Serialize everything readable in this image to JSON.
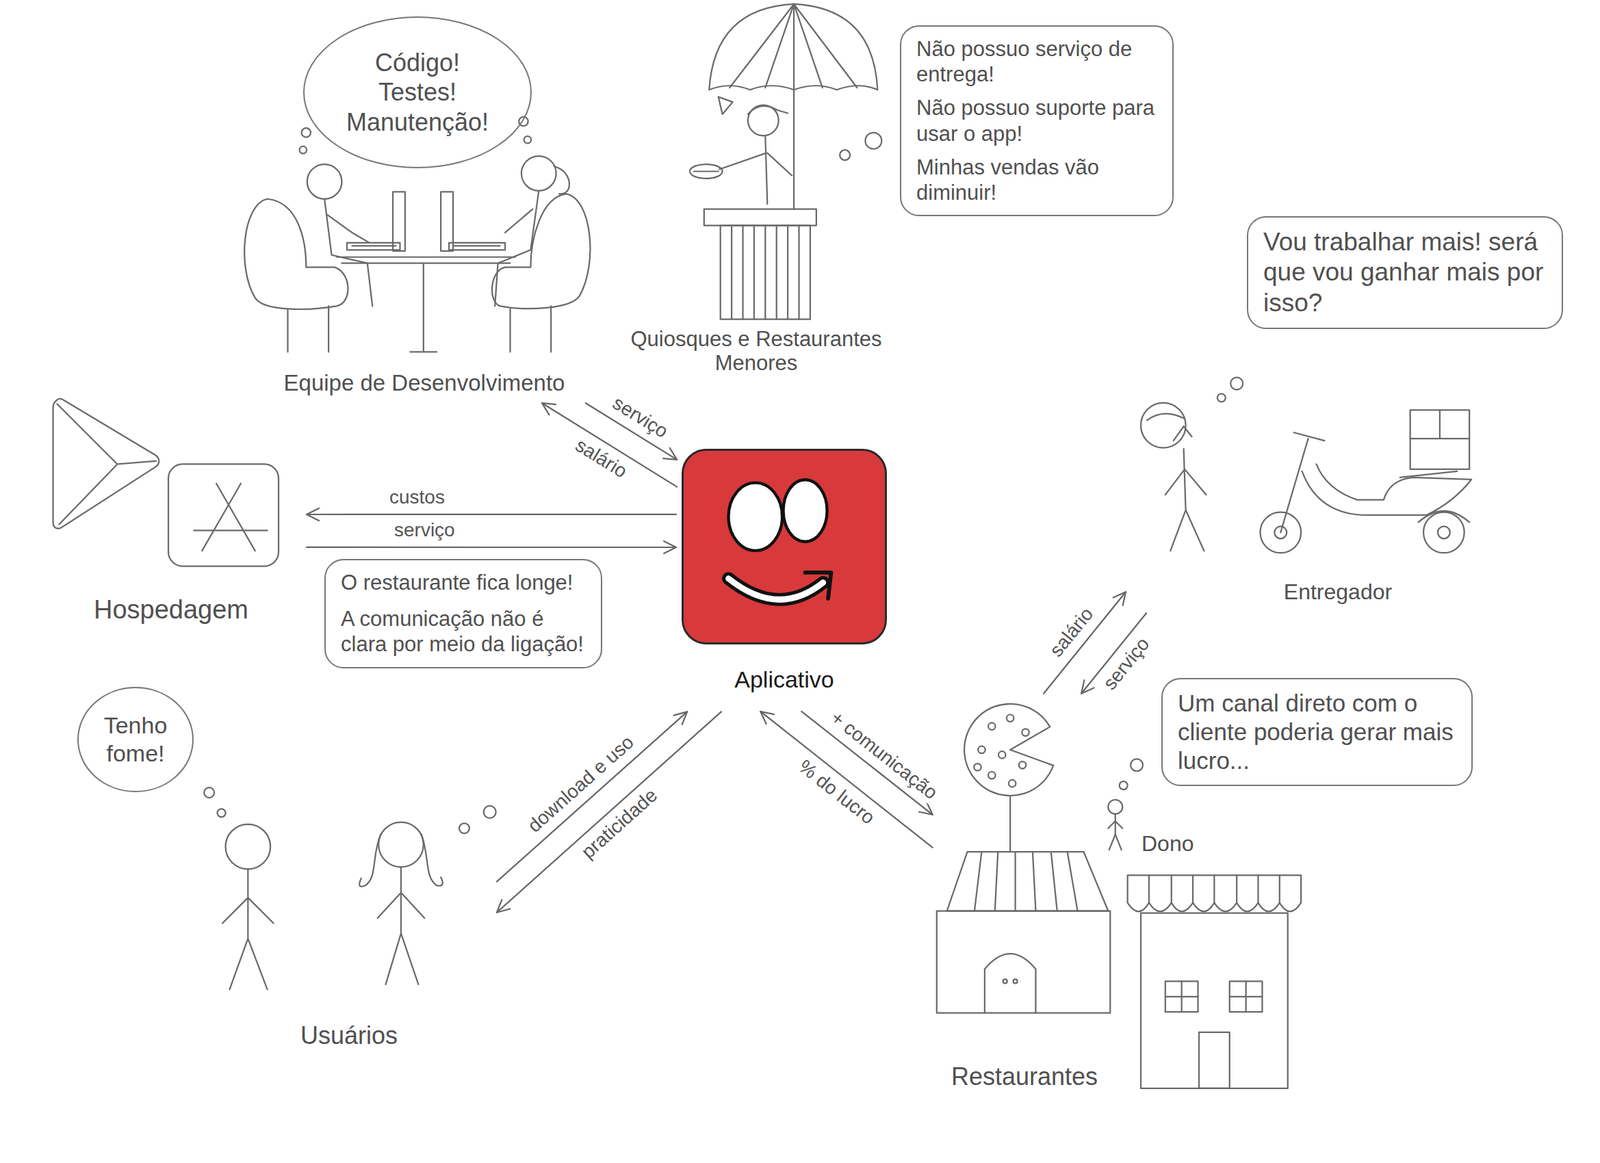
{
  "diagram": {
    "nodes": [
      {
        "text": [
          "Código! Testes! Manutenção!"
        ]
      },
      {
        "text": [
          "Equipe de Desenvolvimento"
        ]
      },
      {
        "text": [
          "Quiosques e Restaurantes Menores"
        ]
      },
      {
        "text": [
          "Não possuo serviço de entrega!",
          "Não possuo suporte para usar o app!",
          "Minhas vendas vão diminuir!"
        ]
      },
      {
        "text": [
          "Vou trabalhar mais! será que vou ganhar mais por isso?"
        ]
      },
      {
        "text": [
          "Hospedagem"
        ]
      },
      {
        "text": [
          "Aplicativo"
        ]
      },
      {
        "text": [
          "Entregador"
        ]
      },
      {
        "text": [
          "O restaurante fica longe!",
          "A comunicação não é clara por meio da ligação!"
        ]
      },
      {
        "text": [
          "Tenho fome!"
        ]
      },
      {
        "text": [
          "Um canal direto com o cliente poderia gerar mais lucro..."
        ]
      },
      {
        "text": [
          "Usuários"
        ]
      },
      {
        "text": [
          "Restaurantes"
        ]
      }
    ],
    "edges": [
      {
        "from": 1,
        "to": 6,
        "label": "serviço",
        "arrow": "to"
      },
      {
        "from": 6,
        "to": 1,
        "label": "salário",
        "arrow": "to"
      },
      {
        "from": 6,
        "to": 5,
        "label": "custos",
        "arrow": "to"
      },
      {
        "from": 5,
        "to": 6,
        "label": "serviço",
        "arrow": "to"
      },
      {
        "from": 12,
        "to": 7,
        "label": "salário",
        "arrow": "to"
      },
      {
        "from": 7,
        "to": 12,
        "label": "serviço",
        "arrow": "to"
      },
      {
        "from": 6,
        "to": 12,
        "label": "+ comunicação",
        "arrow": "to"
      },
      {
        "from": 12,
        "to": 6,
        "label": "% do lucro",
        "arrow": "to"
      },
      {
        "from": 11,
        "to": 6,
        "label": "download e uso",
        "arrow": "to"
      },
      {
        "from": 6,
        "to": 11,
        "label": "praticidade",
        "arrow": "to"
      }
    ],
    "labels": [
      "Dono"
    ]
  }
}
